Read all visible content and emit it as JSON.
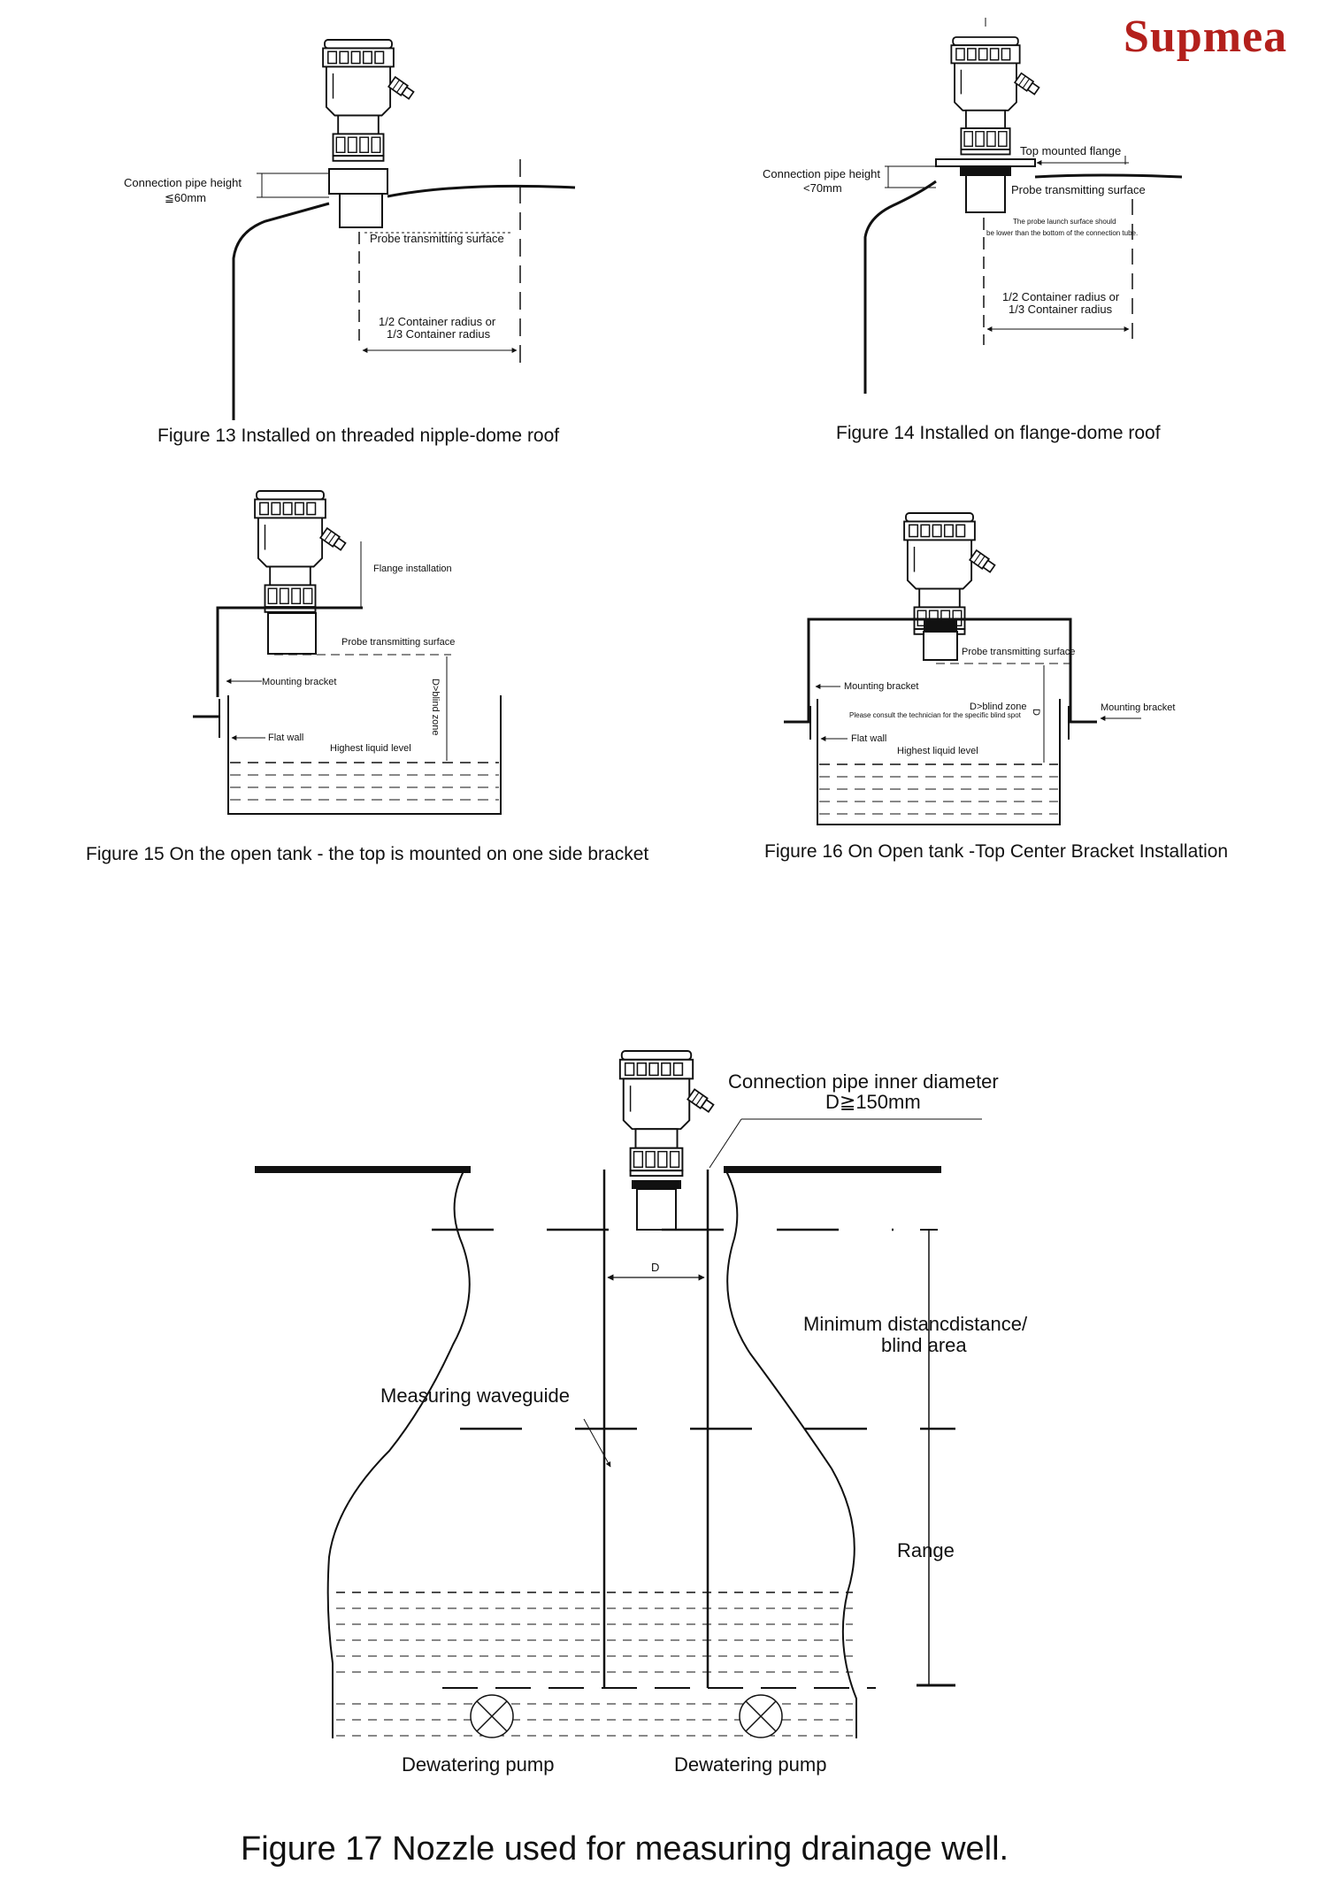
{
  "brand": "Supmea",
  "fig13": {
    "caption": "Figure 13 Installed on threaded nipple-dome roof",
    "conn_label_1": "Connection pipe height",
    "conn_label_2": "≦60mm",
    "probe_surface": "Probe transmitting surface",
    "radius_1": "1/2 Container radius or",
    "radius_2": "1/3 Container radius"
  },
  "fig14": {
    "caption": "Figure 14 Installed on flange-dome roof",
    "conn_label_1": "Connection pipe height",
    "conn_label_2": "<70mm",
    "flange": "Top mounted flange",
    "probe_surface": "Probe transmitting surface",
    "note_1": "The probe launch surface should",
    "note_2": "be lower than the bottom of the connection tube.",
    "radius_1": "1/2 Container radius or",
    "radius_2": "1/3 Container radius"
  },
  "fig15": {
    "caption": "Figure 15 On the open tank - the top is mounted on one side bracket",
    "flange": "Flange installation",
    "probe_surface": "Probe transmitting surface",
    "bracket": "Mounting bracket",
    "blind": "D>blind zone",
    "wall": "Flat wall",
    "liquid": "Highest liquid level"
  },
  "fig16": {
    "caption": "Figure 16 On Open tank -Top Center Bracket Installation",
    "probe_surface": "Probe transmitting surface",
    "bracket_left": "Mounting bracket",
    "bracket_right": "Mounting bracket",
    "blind": "D>blind zone",
    "blind_glyph": "D",
    "note": "Please consult the technician for the specific blind spot",
    "wall": "Flat wall",
    "liquid": "Highest liquid level"
  },
  "fig17": {
    "caption": "Figure 17 Nozzle used for measuring drainage well.",
    "pipe_1": "Connection pipe inner diameter",
    "pipe_2": "D≧150mm",
    "d_label": "D",
    "min_1": "Minimum distancdistance/",
    "min_2": "blind area",
    "waveguide": "Measuring waveguide",
    "range": "Range",
    "pump_left": "Dewatering pump",
    "pump_right": "Dewatering pump"
  }
}
